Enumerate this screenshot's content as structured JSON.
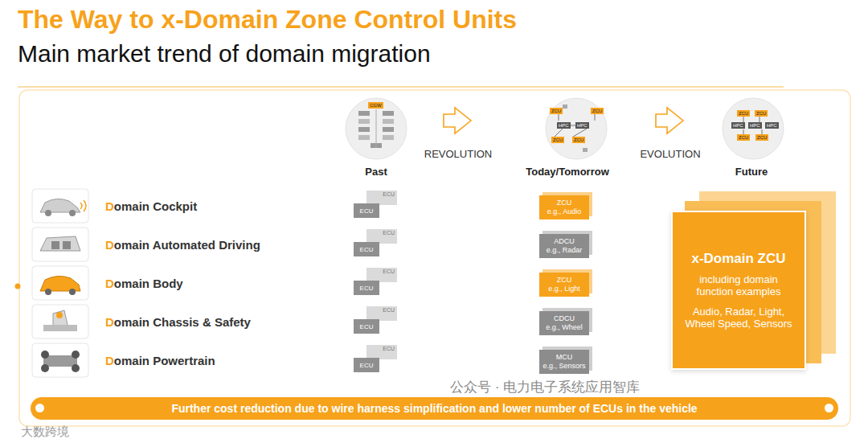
{
  "diagram": {
    "title": "The Way to x-Domain Zone Control Units",
    "nodes": [
      {
        "text": [
          "ECU"
        ]
      },
      {
        "text": [
          "ECU"
        ]
      },
      {
        "text": [
          "ZCU",
          "e.g., Audio"
        ]
      },
      {
        "text": [
          "ECU"
        ]
      },
      {
        "text": [
          "ECU"
        ]
      },
      {
        "text": [
          "ADCU",
          "e.g., Radar"
        ]
      },
      {
        "text": [
          "ECU"
        ]
      },
      {
        "text": [
          "ECU"
        ]
      },
      {
        "text": [
          "ZCU",
          "e.g., Light"
        ]
      },
      {
        "text": [
          "ECU"
        ]
      },
      {
        "text": [
          "ECU"
        ]
      },
      {
        "text": [
          "CDCU",
          "e.g., Wheel"
        ]
      },
      {
        "text": [
          "ECU"
        ]
      },
      {
        "text": [
          "ECU"
        ]
      },
      {
        "text": [
          "MCU",
          "e.g., Sensors"
        ]
      },
      {
        "text": [
          "x-Domain ZCU",
          "including domain function examples",
          "Audio, Radar, Light, Wheel Speed, Sensors"
        ]
      },
      {
        "text": [
          "Further cost reduction due to wire harness simplification and lower number of ECUs in the vehicle"
        ]
      }
    ],
    "labels": [
      "Main market trend of domain migration",
      "Past",
      "REVOLUTION",
      "Today/Tomorrow",
      "EVOLUTION",
      "Future",
      "Domain Cockpit",
      "Domain Automated Driving",
      "Domain Body",
      "Domain Chassis & Safety",
      "Domain Powertrain",
      "CGW",
      "ZCU",
      "ZCU",
      "HPC",
      "HPC",
      "ZCU",
      "ZCU",
      "ZCU",
      "ZCU",
      "HPC",
      "HPC",
      "HPC",
      "ZCU",
      "ZCU",
      "公众号 · 电力电子系统应用智库",
      "大数跨境"
    ]
  }
}
